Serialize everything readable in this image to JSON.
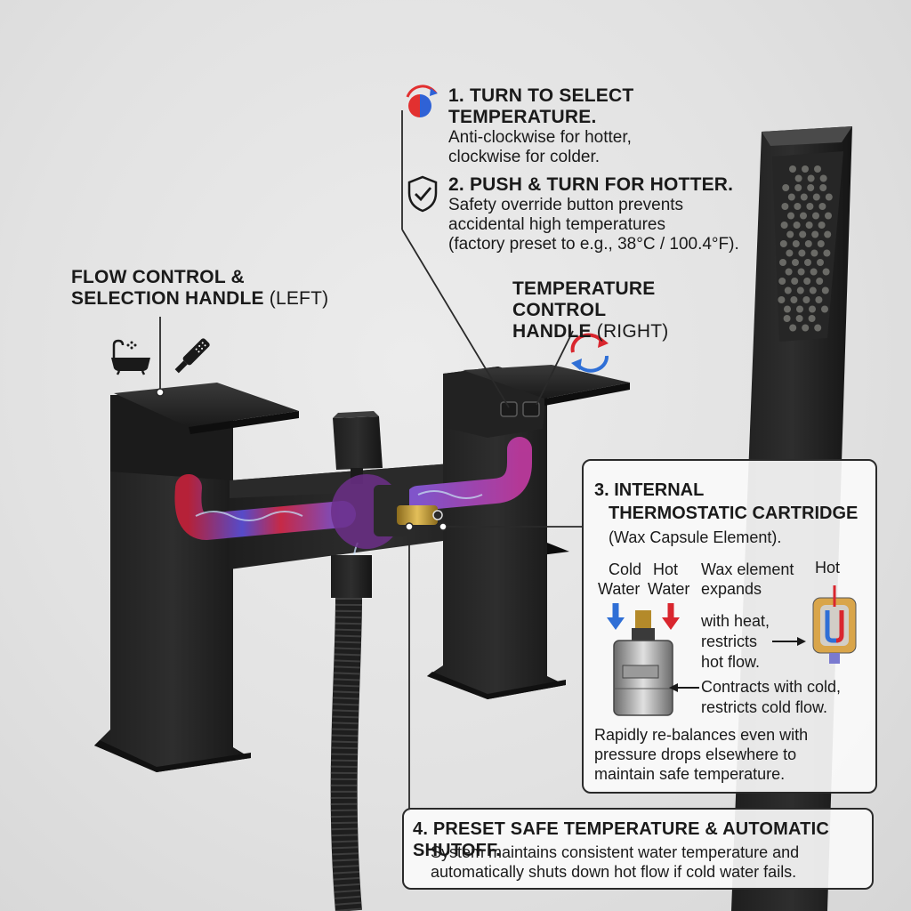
{
  "callouts": {
    "step1": {
      "title": "1. TURN TO SELECT TEMPERATURE.",
      "line1": "Anti-clockwise for hotter,",
      "line2": "clockwise for colder."
    },
    "step2": {
      "title": "2. PUSH & TURN FOR HOTTER.",
      "line1": "Safety override button prevents",
      "line2": "accidental high temperatures",
      "line3": "(factory preset to e.g., 38°C / 100.4°F)."
    },
    "flow_handle": {
      "line1": "FLOW CONTROL &",
      "line2_bold": "SELECTION HANDLE",
      "line2_light": "(LEFT)"
    },
    "temp_handle": {
      "line1": "TEMPERATURE CONTROL",
      "line2_bold": "HANDLE",
      "line2_light": "(RIGHT)"
    },
    "step3": {
      "title1": "3. INTERNAL",
      "title2": "THERMOSTATIC CARTRIDGE",
      "subtitle": "(Wax Capsule Element).",
      "cold_label1": "Cold",
      "cold_label2": "Water",
      "hot_label1": "Hot",
      "hot_label2": "Water",
      "wax_line1": "Wax element",
      "wax_line2": "expands",
      "wax_line3": "with heat,",
      "wax_line4": "restricts",
      "wax_line5": "hot flow.",
      "hot_tag": "Hot",
      "contract_line1": "Contracts with cold,",
      "contract_line2": "restricts cold flow.",
      "rebalance_line1": "Rapidly re-balances even with",
      "rebalance_line2": "pressure drops elsewhere to",
      "rebalance_line3": "maintain safe temperature."
    },
    "step4": {
      "title": "4. PRESET SAFE TEMPERATURE & AUTOMATIC SHUTOFF.",
      "line1": "System maintains consistent water temperature and",
      "line2": "automatically shuts down hot flow if cold water fails."
    }
  },
  "icons": [
    "hot-cold-dial-icon",
    "shield-check-icon",
    "bathtub-icon",
    "shower-head-icon",
    "rotate-arrows-icon"
  ],
  "colors": {
    "hot": "#d9262e",
    "cold": "#2f6fd6",
    "brass": "#c9a13a",
    "frame": "#2a2a2a"
  }
}
